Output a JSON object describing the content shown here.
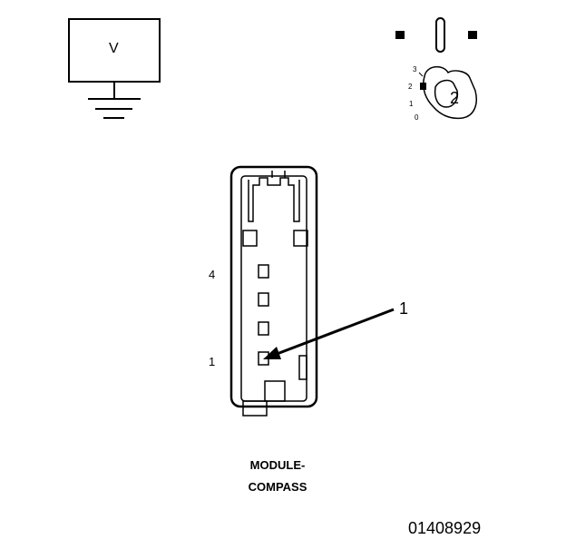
{
  "voltmeter": {
    "symbol": "V"
  },
  "ignition_switch": {
    "positions": [
      "3",
      "2",
      "1",
      "0"
    ],
    "key_label": "2"
  },
  "connector": {
    "pin_labels": {
      "top": "4",
      "bottom": "1"
    },
    "callout_label": "1",
    "name_line1": "MODULE-",
    "name_line2": "COMPASS"
  },
  "figure_id": "01408929"
}
